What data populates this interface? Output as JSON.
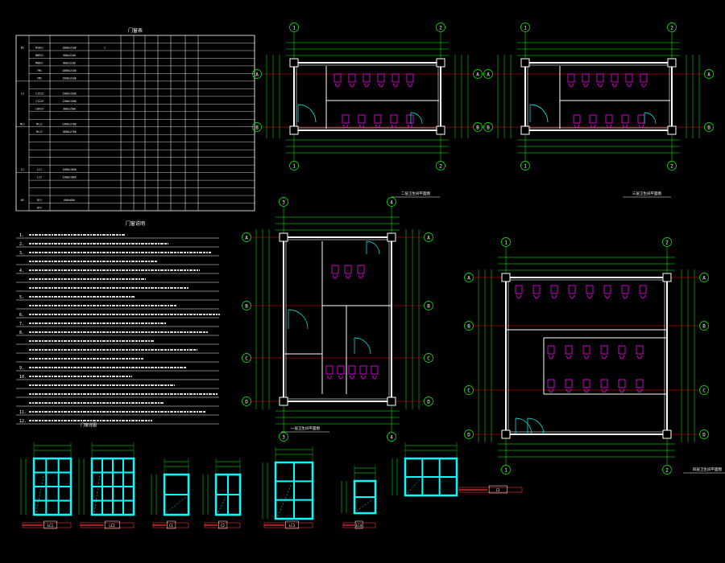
{
  "table": {
    "title": "门窗表",
    "rows": [
      [
        "M1",
        "M1021",
        "1000x2100",
        "1",
        "",
        "",
        "",
        "",
        "",
        ""
      ],
      [
        "",
        "M0921",
        "900x2100",
        "",
        "",
        "",
        "",
        "",
        "",
        ""
      ],
      [
        "",
        "M0821",
        "800x2100",
        "",
        "",
        "",
        "",
        "",
        "",
        ""
      ],
      [
        "",
        "FM1",
        "1000x2100",
        "",
        "",
        "",
        "",
        "",
        "",
        ""
      ],
      [
        "",
        "FM2",
        "1500x2100",
        "",
        "",
        "",
        "",
        "",
        "",
        ""
      ],
      [
        "",
        "",
        "",
        "",
        "",
        "",
        "",
        "",
        "",
        ""
      ],
      [
        "C1",
        "C1515",
        "1500x1500",
        "",
        "",
        "",
        "",
        "",
        "",
        ""
      ],
      [
        "",
        "C1215",
        "1200x1500",
        "",
        "",
        "",
        "",
        "",
        "",
        ""
      ],
      [
        "",
        "C0915",
        "900x1500",
        "",
        "",
        "",
        "",
        "",
        "",
        ""
      ],
      [
        "",
        "",
        "",
        "",
        "",
        "",
        "",
        "",
        "",
        ""
      ],
      [
        "MLC",
        "MLC1",
        "2400x2700",
        "",
        "",
        "",
        "",
        "",
        "",
        ""
      ],
      [
        "",
        "MLC2",
        "1800x2700",
        "",
        "",
        "",
        "",
        "",
        "",
        ""
      ],
      [
        "",
        "",
        "",
        "",
        "",
        "",
        "",
        "",
        "",
        ""
      ],
      [
        "",
        "",
        "",
        "",
        "",
        "",
        "",
        "",
        "",
        ""
      ],
      [
        "",
        "",
        "",
        "",
        "",
        "",
        "",
        "",
        "",
        ""
      ],
      [
        "",
        "",
        "",
        "",
        "",
        "",
        "",
        "",
        "",
        ""
      ],
      [
        "LC",
        "LC1",
        "1500x1800",
        "",
        "",
        "",
        "",
        "",
        "",
        ""
      ],
      [
        "",
        "LC2",
        "1200x1800",
        "",
        "",
        "",
        "",
        "",
        "",
        ""
      ],
      [
        "",
        "",
        "",
        "",
        "",
        "",
        "",
        "",
        "",
        ""
      ],
      [
        "",
        "",
        "",
        "",
        "",
        "",
        "",
        "",
        "",
        ""
      ],
      [
        "BY",
        "BY1",
        "600x600",
        "",
        "",
        "",
        "",
        "",
        "",
        ""
      ],
      [
        "",
        "BY2",
        "",
        "",
        "",
        "",
        "",
        "",
        "",
        ""
      ]
    ]
  },
  "notes": {
    "title": "门窗说明",
    "lines": [
      "1.",
      "2.",
      "3.",
      "",
      "4.",
      "",
      "",
      "5.",
      "",
      "6.",
      "7.",
      "8.",
      "",
      "",
      "",
      "9.",
      "10.",
      "",
      "",
      "",
      "11.",
      "12."
    ]
  },
  "plans": [
    {
      "title": "二层卫生间平面图",
      "grid": [
        "1",
        "2",
        "A",
        "B"
      ]
    },
    {
      "title": "三层卫生间平面图",
      "grid": [
        "1",
        "2",
        "A",
        "B"
      ]
    },
    {
      "title": "一层卫生间平面图",
      "grid": [
        "3",
        "4",
        "A",
        "B",
        "C",
        "D"
      ]
    },
    {
      "title": "四层卫生间平面图",
      "grid": [
        "1",
        "2",
        "A",
        "B",
        "C",
        "D"
      ]
    }
  ],
  "elevation_title": "门窗详图",
  "elevations": [
    {
      "label": "LC1"
    },
    {
      "label": "LC2"
    },
    {
      "label": "C1"
    },
    {
      "label": "C2"
    },
    {
      "label": "LC3"
    },
    {
      "label": "LC4"
    },
    {
      "label": "C3"
    }
  ],
  "colors": {
    "bg": "#000000",
    "wall": "#ffffff",
    "grid": "#00ff00",
    "axis": "#ff0000",
    "fixture": "#ff00ff",
    "window": "#00ffff",
    "tag": "#ff3333"
  }
}
